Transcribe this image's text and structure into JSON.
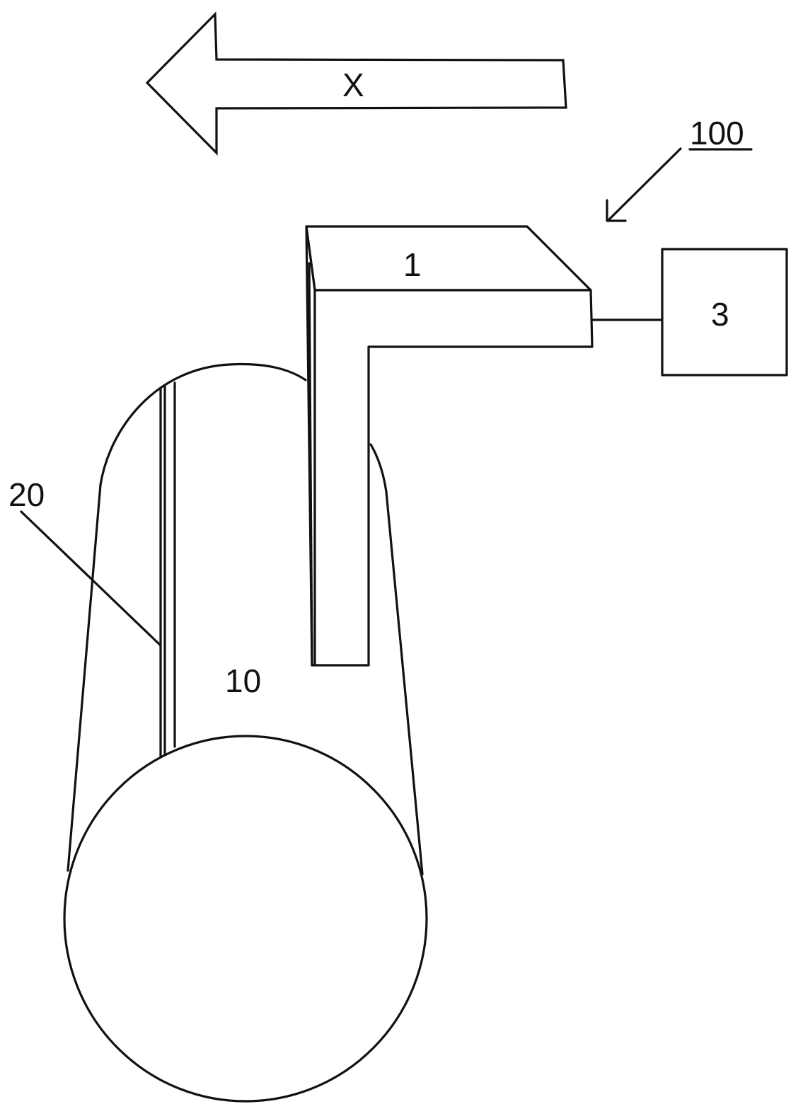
{
  "direction_arrow": {
    "label": "X"
  },
  "reference_numerals": {
    "device": "100",
    "member": "1",
    "unit": "3",
    "pipe": "10",
    "stripe": "20"
  }
}
